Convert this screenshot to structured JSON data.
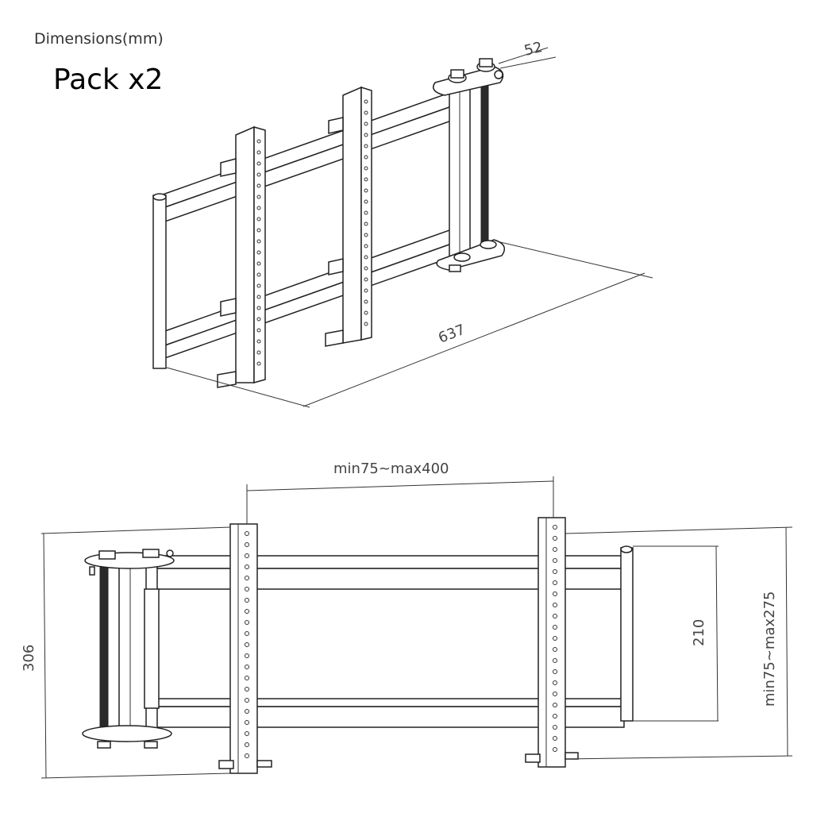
{
  "header": {
    "units_label": "Dimensions(mm)",
    "pack_label": "Pack x2"
  },
  "dimensions": {
    "depth": "52",
    "length": "637",
    "vesa_horizontal": "min75~max400",
    "height": "306",
    "rail_spacing": "210",
    "vesa_vertical": "min75~max275"
  },
  "colors": {
    "line": "#222222",
    "text": "#444444",
    "background": "#ffffff"
  }
}
